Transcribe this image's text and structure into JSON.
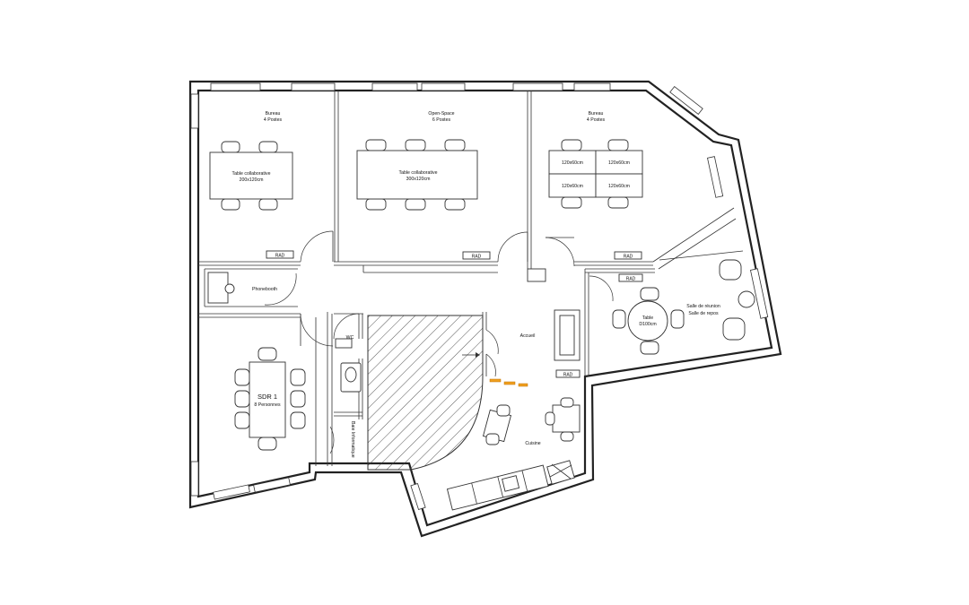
{
  "rooms": {
    "bureau_left": {
      "name": "Bureau",
      "sub": "4 Postes",
      "table": "Table collaborative",
      "table_size": "200x120cm"
    },
    "open_space": {
      "name": "Open-Space",
      "sub": "6 Postes",
      "table": "Table collaborative",
      "table_size": "300x120cm"
    },
    "bureau_right": {
      "name": "Bureau",
      "sub": "4 Postes",
      "desk_size": "120x60cm"
    },
    "phonebooth": {
      "name": "Phonebooth"
    },
    "meeting": {
      "name": "Salle de réunion",
      "sub": "Salle de repos",
      "table": "Table",
      "table_size": "D100cm"
    },
    "wc": {
      "name": "WC"
    },
    "accueil": {
      "name": "Accueil"
    },
    "sdr": {
      "name": "SDR 1",
      "sub": "8 Personnes"
    },
    "baie": {
      "name": "Baie Informatique"
    },
    "cuisine": {
      "name": "Cuisine"
    }
  },
  "radiator_label": "RAD"
}
